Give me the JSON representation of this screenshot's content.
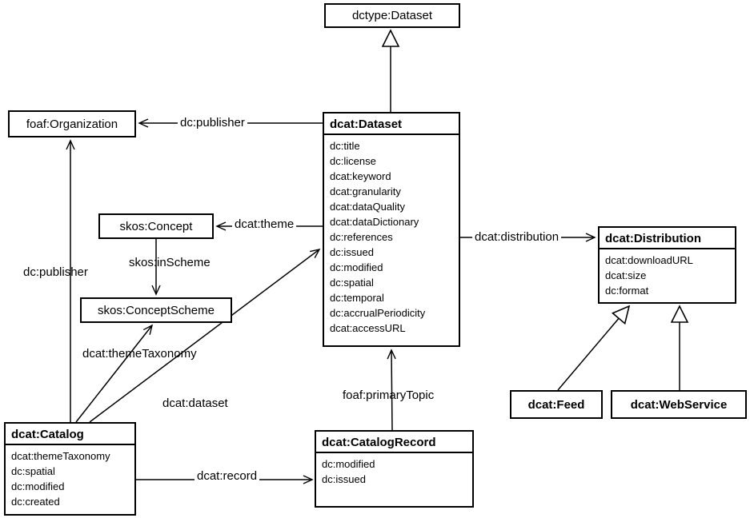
{
  "diagram": {
    "name": "DCAT vocabulary class diagram",
    "colors": {
      "line": "#000000",
      "background": "#ffffff",
      "border": "#000000",
      "text": "#000000"
    }
  },
  "classes": {
    "dctype_dataset": {
      "title": "dctype:Dataset",
      "attrs": []
    },
    "foaf_organization": {
      "title": "foaf:Organization",
      "attrs": []
    },
    "dcat_dataset": {
      "title": "dcat:Dataset",
      "attrs": [
        "dc:title",
        "dc:license",
        "dcat:keyword",
        "dcat:granularity",
        "dcat:dataQuality",
        "dcat:dataDictionary",
        "dc:references",
        "dc:issued",
        "dc:modified",
        "dc:spatial",
        "dc:temporal",
        "dc:accrualPeriodicity",
        "dcat:accessURL"
      ]
    },
    "skos_concept": {
      "title": "skos:Concept",
      "attrs": []
    },
    "skos_conceptscheme": {
      "title": "skos:ConceptScheme",
      "attrs": []
    },
    "dcat_distribution": {
      "title": "dcat:Distribution",
      "attrs": [
        "dcat:downloadURL",
        "dcat:size",
        "dc:format"
      ]
    },
    "dcat_feed": {
      "title": "dcat:Feed",
      "attrs": []
    },
    "dcat_webservice": {
      "title": "dcat:WebService",
      "attrs": []
    },
    "dcat_catalog": {
      "title": "dcat:Catalog",
      "attrs": [
        "dcat:themeTaxonomy",
        "dc:spatial",
        "dc:modified",
        "dc:created"
      ]
    },
    "dcat_catalogrecord": {
      "title": "dcat:CatalogRecord",
      "attrs": [
        "dc:modified",
        "dc:issued"
      ]
    }
  },
  "edge_labels": {
    "publisher_top": "dc:publisher",
    "theme": "dcat:theme",
    "inscheme": "skos:inScheme",
    "distribution": "dcat:distribution",
    "publisher_left": "dc:publisher",
    "theme_taxonomy": "dcat:themeTaxonomy",
    "dataset": "dcat:dataset",
    "primary_topic": "foaf:primaryTopic",
    "record": "dcat:record"
  }
}
